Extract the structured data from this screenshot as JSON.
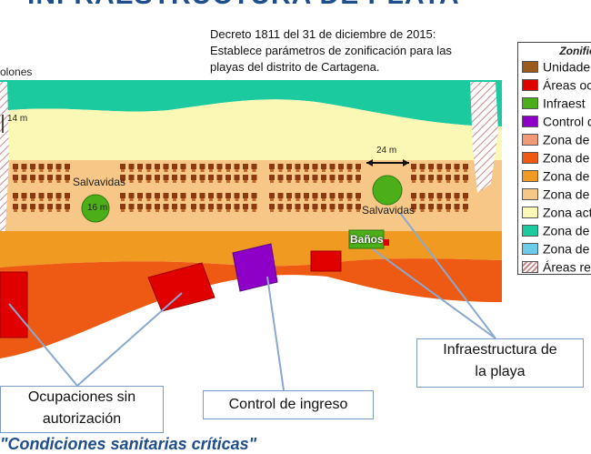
{
  "header": {
    "title_cut": "INFRAESTRUCTURA DE PLAYA",
    "decree_lines": [
      "Decreto 1811 del 31 de diciembre de 2015:",
      "Establece parámetros de zonificación para las",
      "playas del distrito de Cartagena."
    ]
  },
  "map": {
    "label_left_cut": "olones",
    "dim_left": "14 m",
    "dim_right": "24 m",
    "circle_left_label": "Salvavidas",
    "circle_left_dim": "16 m",
    "circle_right_label": "Salvavidas",
    "banos_label": "Baños"
  },
  "callouts": {
    "infra": [
      "Infraestructura de",
      "la playa"
    ],
    "control": "Control de ingreso",
    "ocupaciones": [
      "Ocupaciones sin",
      "autorización"
    ]
  },
  "legend": {
    "title": "Zonific",
    "items": [
      {
        "label": "Unidade",
        "color": "#9a5a1c"
      },
      {
        "label": "Áreas oc",
        "color": "#e00000"
      },
      {
        "label": "Infraest",
        "color": "#4caf1a"
      },
      {
        "label": "Control d",
        "color": "#8e00c8"
      },
      {
        "label": "Zona de",
        "color": "#f19a78"
      },
      {
        "label": "Zona de",
        "color": "#ee5a14"
      },
      {
        "label": "Zona de",
        "color": "#f19a22"
      },
      {
        "label": "Zona de",
        "color": "#f6c787"
      },
      {
        "label": "Zona act",
        "color": "#fbf7b4"
      },
      {
        "label": "Zona de",
        "color": "#1ccaa0"
      },
      {
        "label": "Zona de",
        "color": "#6ccbe8"
      },
      {
        "label": "Áreas re",
        "color": "hatch"
      }
    ]
  },
  "bottom_text_cut": "\"Condiciones sanitarias críticas\""
}
